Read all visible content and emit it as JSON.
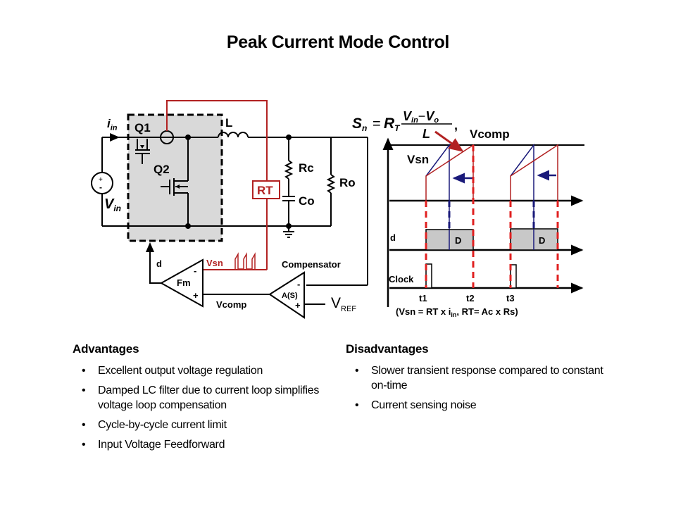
{
  "title": "Peak Current Mode Control",
  "colors": {
    "wire": "#000000",
    "sense": "#b22222",
    "blue": "#1a1a7a",
    "red_dash": "#e02020",
    "shade": "#d9d9d9"
  },
  "circuit": {
    "labels": {
      "iin": "i",
      "iin_sub": "in",
      "vin": "V",
      "vin_sub": "in",
      "q1": "Q1",
      "q2": "Q2",
      "inductor": "L",
      "rc": "Rc",
      "co": "Co",
      "ro": "Ro",
      "rt": "RT",
      "d": "d",
      "vsn": "Vsn",
      "fm": "Fm",
      "compensator": "Compensator",
      "as": "A(S)",
      "vcomp": "Vcomp",
      "vref": "V",
      "vref_sub": "REF",
      "minus": "-",
      "plus": "+"
    }
  },
  "waveform": {
    "formula": {
      "lhs": "S",
      "lhs_sub": "n",
      "eq": "=",
      "rt": "R",
      "rt_sub": "T",
      "num_v1": "V",
      "num_v1_sub": "in",
      "num_minus": "−",
      "num_v2": "V",
      "num_v2_sub": "o",
      "den": "L",
      "comma": ","
    },
    "labels": {
      "vcomp": "Vcomp",
      "vsn": "Vsn",
      "d": "d",
      "duty": "D",
      "clock": "Clock",
      "t1": "t1",
      "t2": "t2",
      "t3": "t3",
      "note": "(Vsn = RT x i",
      "note_sub": "in",
      "note_tail": ",  RT= Ac x Rs)"
    }
  },
  "advantages": {
    "heading": "Advantages",
    "items": [
      "Excellent output voltage regulation",
      "Damped LC filter due to current loop simplifies voltage loop compensation",
      "Cycle-by-cycle current limit",
      "Input Voltage Feedforward"
    ]
  },
  "disadvantages": {
    "heading": "Disadvantages",
    "items": [
      "Slower transient response compared to constant on-time",
      "Current sensing noise"
    ]
  }
}
